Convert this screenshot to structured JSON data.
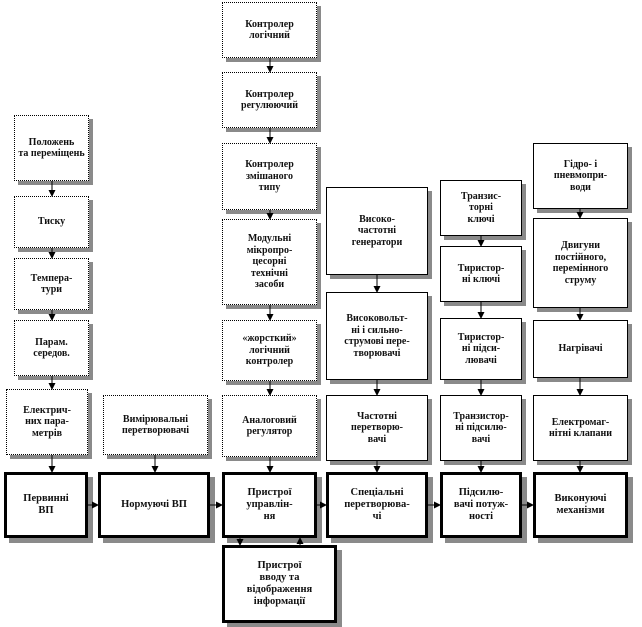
{
  "boxes": {
    "logic_controller": "Контролер\nлогічний",
    "reg_controller": "Контролер\nрегулюючий",
    "mixed_controller": "Контролер\nзмішаного\nтипу",
    "micro_tools": "Модульні\nмікропро-\nцесорні\nтехнічні\nзасоби",
    "fast_logic": "«жорсткий»\nлогічний\nконтролер",
    "analog_reg": "Аналоговий\nрегулятор",
    "pos_move": "Положень\nта переміщень",
    "pressure": "Тиску",
    "temperature": "Темпера-\nтури",
    "media_params": "Парам.\nсередов.",
    "electric_params": "Електрич-\nних пара-\nметрів",
    "measuring_conv": "Вимірювальні\nперетворювачі",
    "primary_vp": "Первинні\nВП",
    "norm_vp": "Нормуючі ВП",
    "control_devices": "Пристрої\nуправлін-\nня",
    "io_devices": "Пристрої\nвводу та\nвідображення\nінформації",
    "hf_generators": "Високо-\nчастотні\nгенератори",
    "hv_converters": "Високовольт-\nні і сильно-\nструмові пере-\nтворювачі",
    "freq_converters": "Частотні\nперетворю-\nвачі",
    "special_converters": "Спеціальні\nперетворюва-\nчі",
    "transistor_keys": "Транзис-\nторні\nключі",
    "thyristor_keys": "Тиристор-\nні ключі",
    "thyristor_amps": "Тиристор-\nні підси-\nлювачі",
    "transistor_amps": "Транзистор-\nні підсилю-\nвачі",
    "power_amps": "Підсилю-\nвачі потуж-\nності",
    "hydro_pneumo": "Гідро- і\nпневмопри-\nводи",
    "motors": "Двигуни\nпостійного,\nперемінного\nструму",
    "heaters": "Нагрівачі",
    "electromag_valves": "Електромаг-\nнітні клапани",
    "actuators": "Виконуючі\nмеханізми"
  }
}
